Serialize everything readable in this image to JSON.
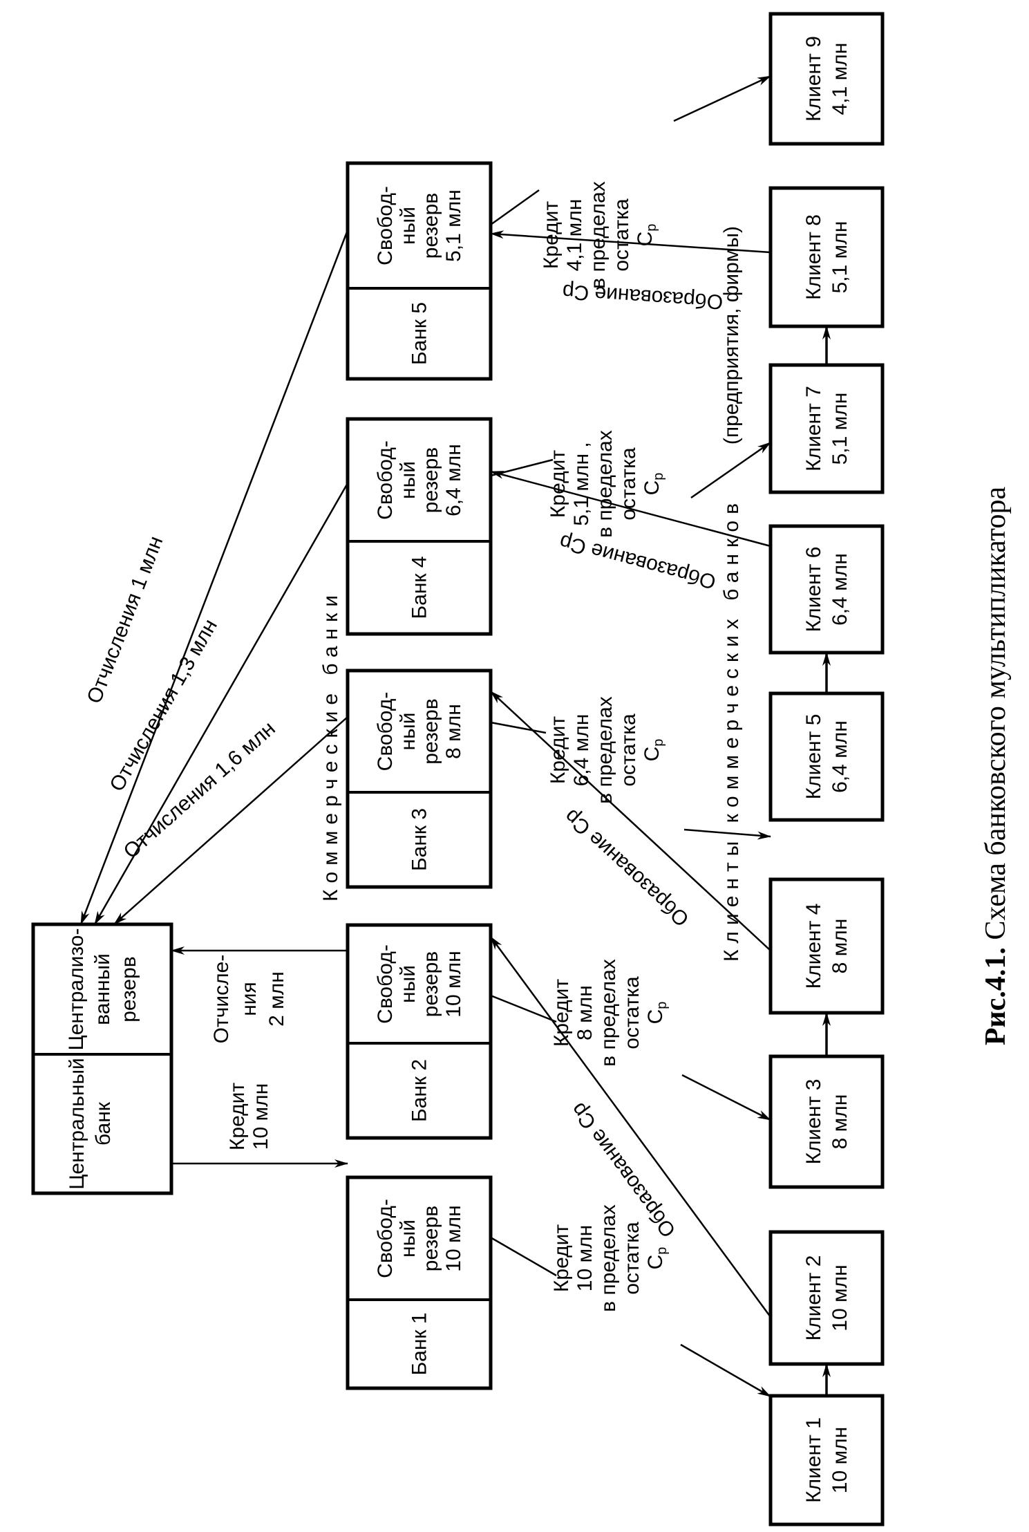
{
  "central_bank": {
    "name": [
      "Центральный",
      "банк"
    ],
    "reserve": [
      "Централизо-",
      "ванный",
      "резерв"
    ]
  },
  "section_labels": {
    "banks": "Коммерческие банки",
    "clients": "Клиенты коммерческих банков",
    "clients_note": "(предприятия, фирмы)"
  },
  "banks": [
    {
      "name": "Банк 1",
      "reserve": [
        "Свобод-",
        "ный",
        "резерв",
        "10 млн"
      ]
    },
    {
      "name": "Банк 2",
      "reserve": [
        "Свобод-",
        "ный",
        "резерв",
        "10 млн"
      ]
    },
    {
      "name": "Банк 3",
      "reserve": [
        "Свобод-",
        "ный",
        "резерв",
        "8 млн"
      ]
    },
    {
      "name": "Банк 4",
      "reserve": [
        "Свобод-",
        "ный",
        "резерв",
        "6,4 млн"
      ]
    },
    {
      "name": "Банк 5",
      "reserve": [
        "Свобод-",
        "ный",
        "резерв",
        "5,1 млн"
      ]
    }
  ],
  "clients": [
    {
      "name": "Клиент 1",
      "amount": "10 млн"
    },
    {
      "name": "Клиент 2",
      "amount": "10 млн"
    },
    {
      "name": "Клиент 3",
      "amount": "8 млн"
    },
    {
      "name": "Клиент 4",
      "amount": "8 млн"
    },
    {
      "name": "Клиент 5",
      "amount": "6,4 млн"
    },
    {
      "name": "Клиент 6",
      "amount": "6,4 млн"
    },
    {
      "name": "Клиент 7",
      "amount": "5,1 млн"
    },
    {
      "name": "Клиент 8",
      "amount": "5,1 млн"
    },
    {
      "name": "Клиент 9",
      "amount": "4,1 млн"
    }
  ],
  "flows": {
    "cb_credit": [
      "Кредит",
      "10 млн"
    ],
    "deduction_bank2": [
      "Отчисле-",
      "ния",
      "2 млн"
    ],
    "deduction_bank3": "Отчисления 1,6 млн",
    "deduction_bank4": "Отчисления 1,3 млн",
    "deduction_bank5": "Отчисления 1 млн",
    "formation": "Образование Cр",
    "credits": [
      [
        "Кредит",
        "10 млн",
        "в пределах",
        "остатка",
        "Cр"
      ],
      [
        "Кредит",
        "8 млн",
        "в пределах",
        "остатка",
        "Cр"
      ],
      [
        "Кредит",
        "6,4 млн",
        "в пределах",
        "остатка",
        "Cр"
      ],
      [
        "Кредит",
        "5,1 млн ,",
        "в пределах",
        "остатка",
        "Cр"
      ],
      [
        "Кредит",
        "4,1 млн",
        "в пределах",
        "остатка",
        "Cр"
      ]
    ]
  },
  "caption": {
    "number": "Рис.4.1.",
    "title": "Схема банковского мультипликатора"
  }
}
